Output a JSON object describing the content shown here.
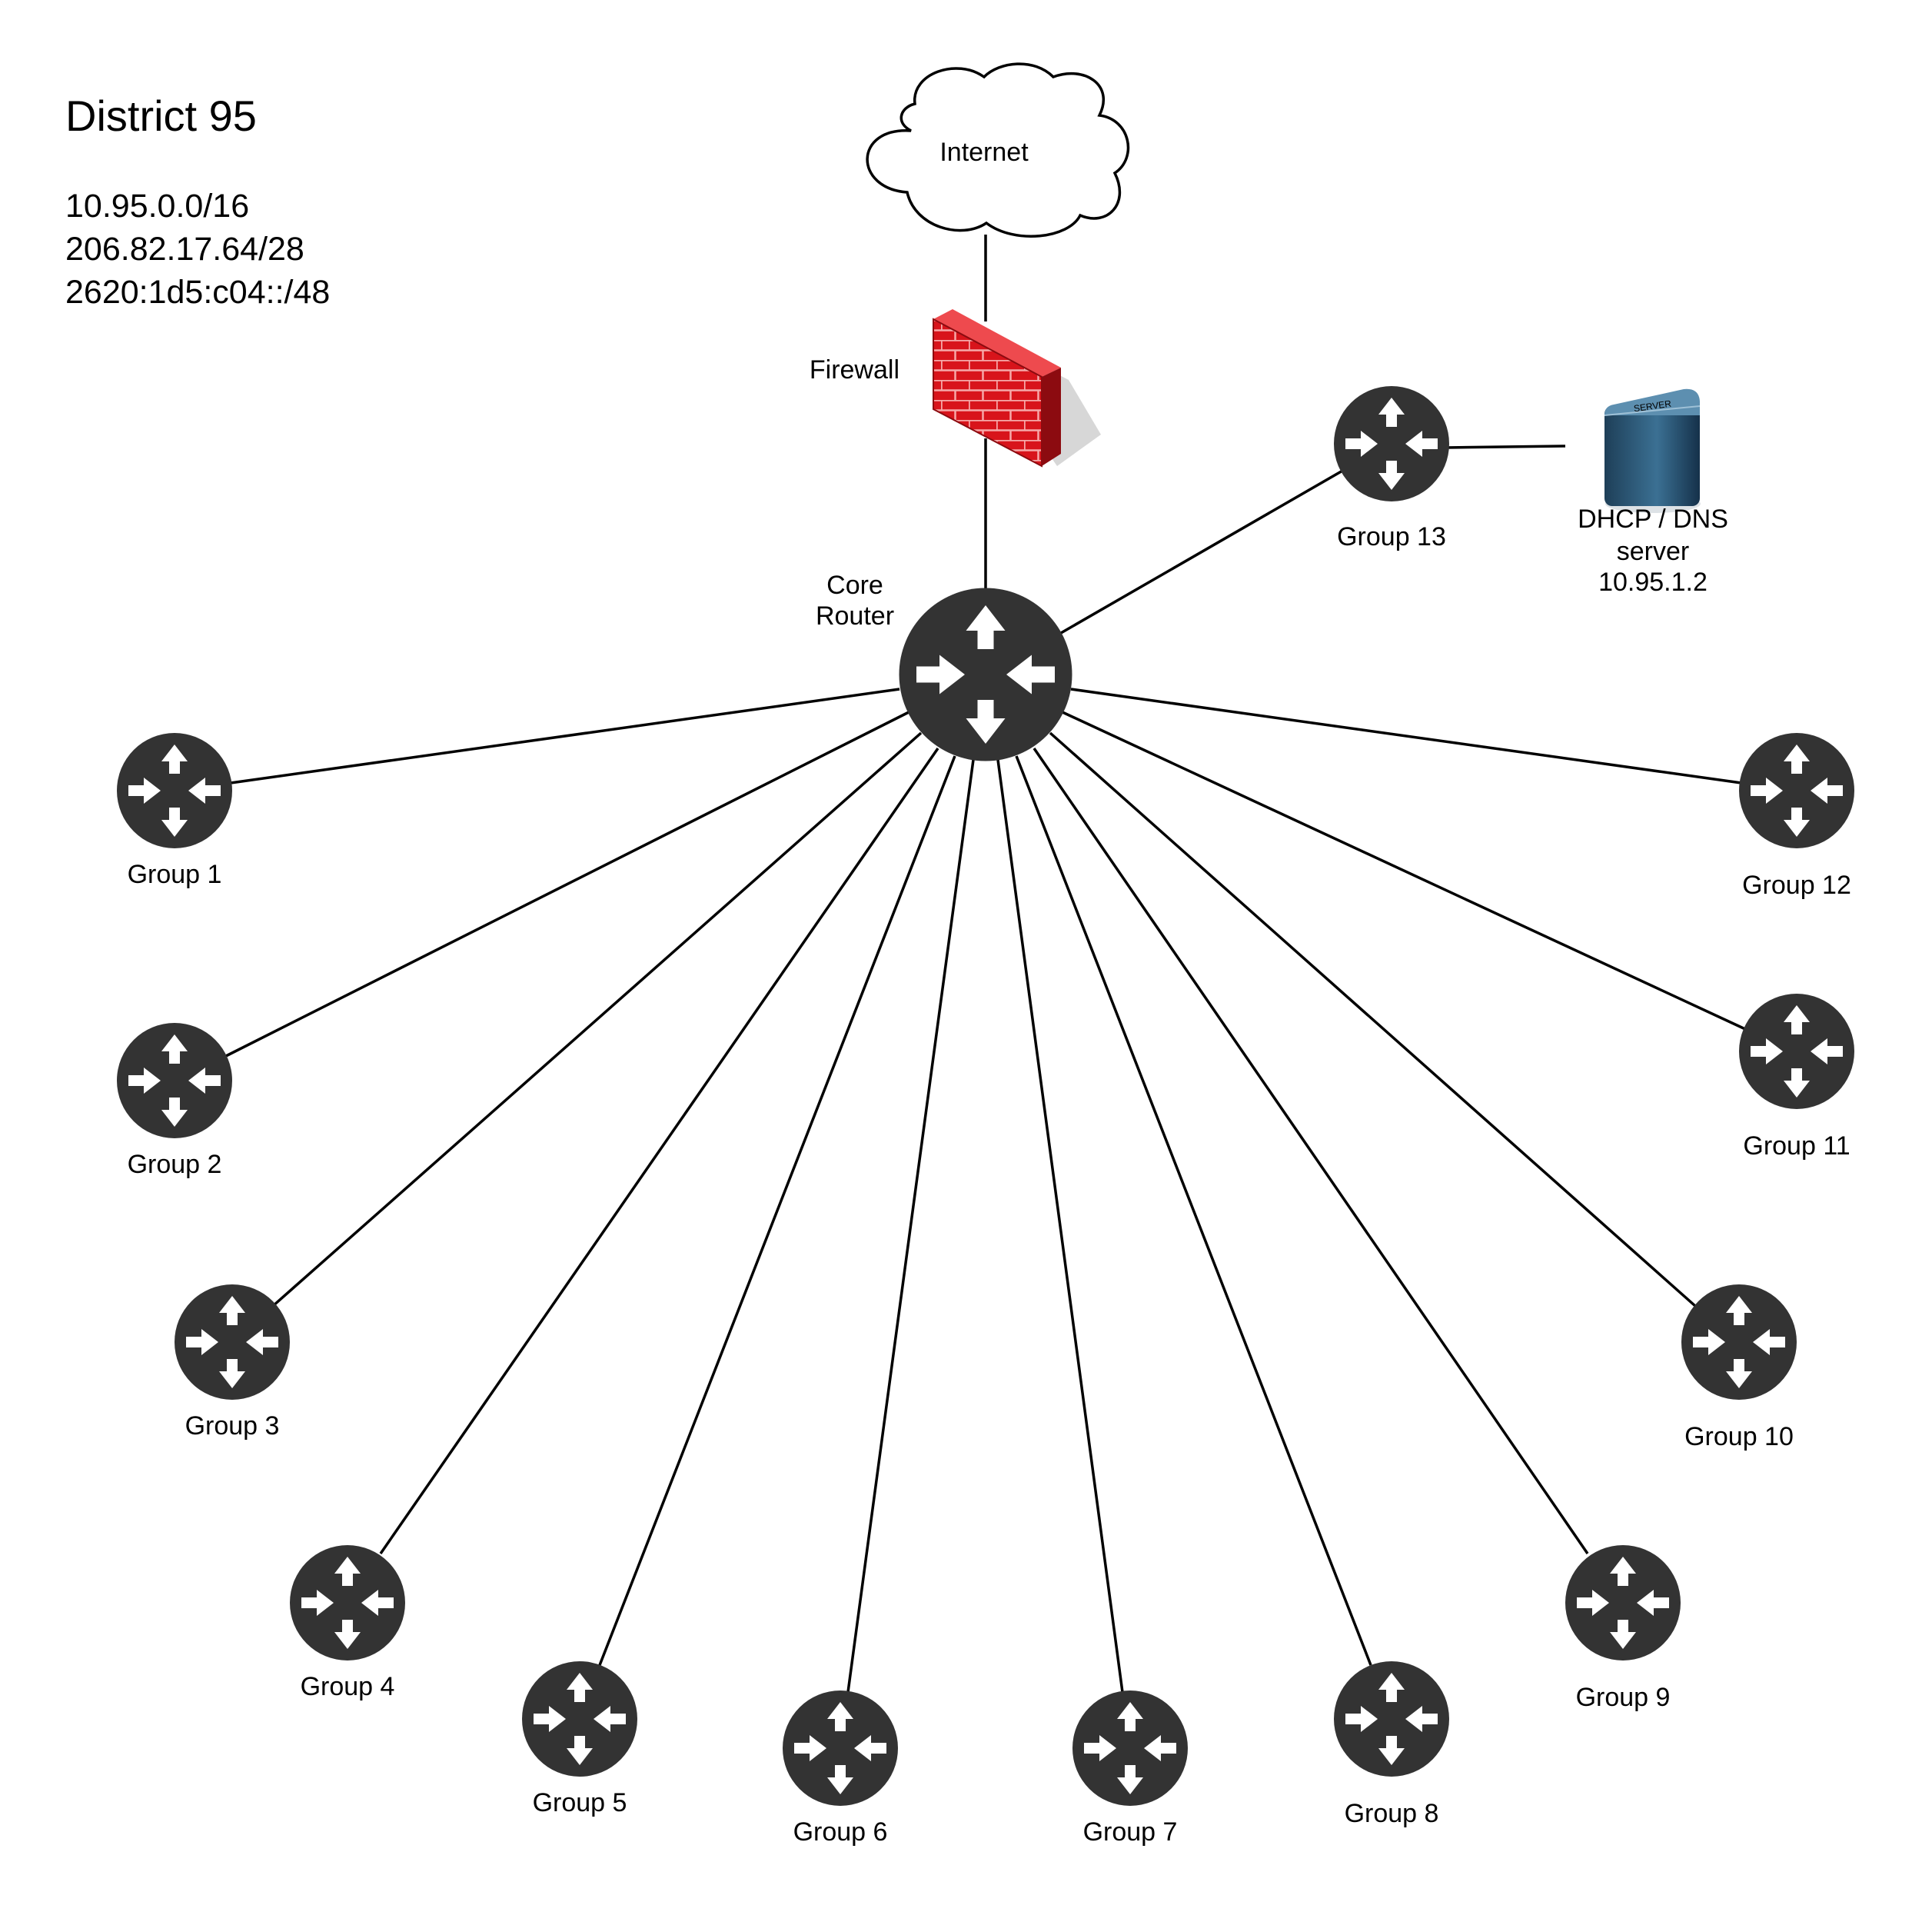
{
  "header": {
    "title": "District 95",
    "networks": [
      "10.95.0.0/16",
      "206.82.17.64/28",
      "2620:1d5:c04::/48"
    ]
  },
  "colors": {
    "router": "#333333",
    "arrow": "#ffffff",
    "firewall": "#d8141b",
    "server": "#2c5878",
    "line": "#000000"
  },
  "nodes": {
    "internet": {
      "label": "Internet",
      "icon": "cloud-icon"
    },
    "firewall": {
      "label": "Firewall",
      "icon": "firewall-icon"
    },
    "core": {
      "label_line1": "Core",
      "label_line2": "Router",
      "icon": "router-icon"
    },
    "server": {
      "label_line1": "DHCP / DNS",
      "label_line2": "server",
      "label_line3": "10.95.1.2",
      "icon": "server-icon"
    },
    "groups": [
      {
        "label": "Group 1"
      },
      {
        "label": "Group 2"
      },
      {
        "label": "Group 3"
      },
      {
        "label": "Group 4"
      },
      {
        "label": "Group 5"
      },
      {
        "label": "Group 6"
      },
      {
        "label": "Group 7"
      },
      {
        "label": "Group 8"
      },
      {
        "label": "Group 9"
      },
      {
        "label": "Group 10"
      },
      {
        "label": "Group 11"
      },
      {
        "label": "Group 12"
      },
      {
        "label": "Group 13"
      }
    ]
  }
}
